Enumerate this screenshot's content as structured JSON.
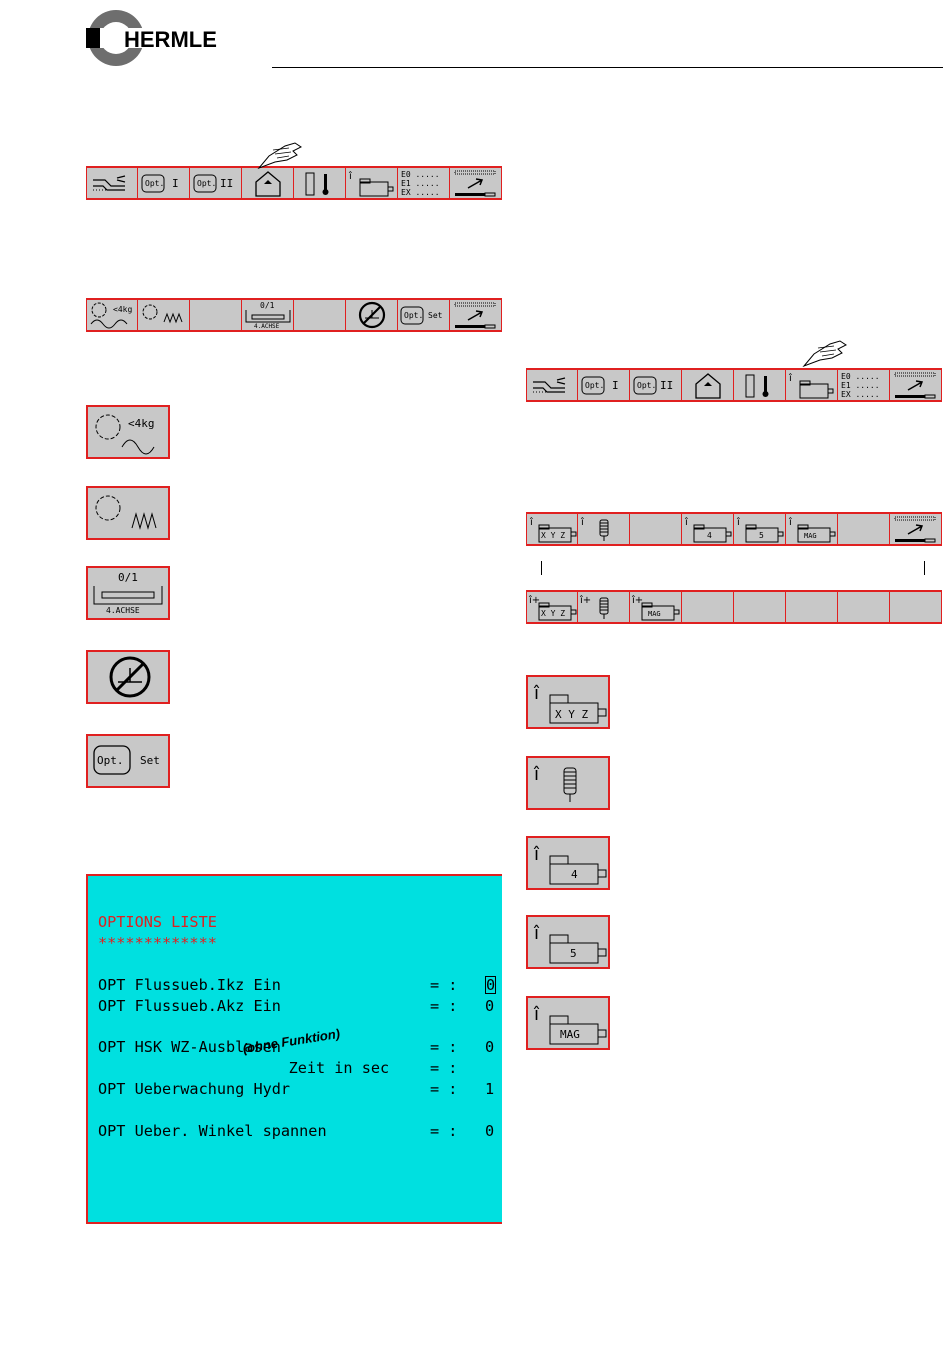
{
  "brand": {
    "name": "HERMLE"
  },
  "bar1": {
    "keys": [
      {
        "icon": "machine-icon"
      },
      {
        "icon": "opt-icon",
        "label": "Opt.",
        "suffix": "I"
      },
      {
        "icon": "opt-icon",
        "label": "Opt.",
        "suffix": "II"
      },
      {
        "icon": "home-icon"
      },
      {
        "icon": "thermometer-icon"
      },
      {
        "icon": "info-spindle-icon"
      },
      {
        "icon": "error-list-icon",
        "lines": [
          "E0 .....",
          "E1 .....",
          "EX ....."
        ]
      },
      {
        "icon": "return-icon"
      }
    ]
  },
  "bar2": {
    "keys": [
      {
        "icon": "gear-heavy-icon",
        "label": "<4kg"
      },
      {
        "icon": "gear-vibration-icon"
      },
      {
        "icon": "empty"
      },
      {
        "icon": "axis4-icon",
        "top": "0/1",
        "bottom": "4.ACHSE"
      },
      {
        "icon": "empty"
      },
      {
        "icon": "no-clamp-icon"
      },
      {
        "icon": "opt-icon",
        "label": "Opt.",
        "suffix": "Set"
      },
      {
        "icon": "return-icon"
      }
    ]
  },
  "bar3": {
    "keys": [
      {
        "icon": "machine-icon"
      },
      {
        "icon": "opt-icon",
        "label": "Opt.",
        "suffix": "I"
      },
      {
        "icon": "opt-icon",
        "label": "Opt.",
        "suffix": "II"
      },
      {
        "icon": "home-icon"
      },
      {
        "icon": "thermometer-icon"
      },
      {
        "icon": "info-spindle-icon"
      },
      {
        "icon": "error-list-icon",
        "lines": [
          "E0 .....",
          "E1 .....",
          "EX ....."
        ]
      },
      {
        "icon": "return-icon"
      }
    ]
  },
  "bar4": {
    "keys": [
      {
        "icon": "info-axis-icon",
        "label": "X Y Z"
      },
      {
        "icon": "info-tool-icon"
      },
      {
        "icon": "empty"
      },
      {
        "icon": "info-axis-icon",
        "label": "4"
      },
      {
        "icon": "info-axis-icon",
        "label": "5"
      },
      {
        "icon": "info-axis-icon",
        "label": "MAG"
      },
      {
        "icon": "empty"
      },
      {
        "icon": "return-icon"
      }
    ]
  },
  "bar5": {
    "keys": [
      {
        "icon": "info-plus-axis-icon",
        "label": "X Y Z"
      },
      {
        "icon": "info-plus-tool-icon"
      },
      {
        "icon": "info-plus-axis-icon",
        "label": "MAG"
      },
      {
        "icon": "empty"
      },
      {
        "icon": "empty"
      },
      {
        "icon": "empty"
      },
      {
        "icon": "empty"
      },
      {
        "icon": "empty"
      }
    ]
  },
  "left_icons": [
    {
      "icon": "gear-heavy-icon",
      "label": "<4kg"
    },
    {
      "icon": "gear-vibration-icon"
    },
    {
      "icon": "axis4-icon",
      "top": "0/1",
      "bottom": "4.ACHSE"
    },
    {
      "icon": "no-clamp-icon"
    },
    {
      "icon": "opt-icon",
      "label": "Opt.",
      "suffix": "Set"
    }
  ],
  "right_icons": [
    {
      "icon": "info-axis-icon",
      "label": "X Y Z"
    },
    {
      "icon": "info-tool-icon"
    },
    {
      "icon": "info-axis-icon",
      "label": "4"
    },
    {
      "icon": "info-axis-icon",
      "label": "5"
    },
    {
      "icon": "info-axis-icon",
      "label": "MAG"
    }
  ],
  "options_screen": {
    "title": "OPTIONS LISTE",
    "underline": "*************",
    "rows": [
      {
        "label": "OPT Flussueb.Ikz Ein",
        "eq": "= :",
        "value": "0",
        "cursor": true
      },
      {
        "label": "OPT Flussueb.Akz Ein",
        "eq": "= :",
        "value": "0"
      },
      {
        "label": "OPT HSK WZ-Ausblasen",
        "eq": "= :",
        "value": "0"
      },
      {
        "label": "    Zeit in sec",
        "eq": "= :",
        "value": ""
      },
      {
        "label": "OPT Ueberwachung Hydr",
        "eq": "= :",
        "value": "1"
      },
      {
        "label": "OPT Ueber. Winkel spannen",
        "eq": "= :",
        "value": "0"
      }
    ],
    "annotation": "(ohne Funktion)"
  },
  "colors": {
    "key_bg": "#c8c8c8",
    "key_border": "#e02020",
    "screen_bg": "#00e0e0",
    "title_red": "#e02020"
  }
}
